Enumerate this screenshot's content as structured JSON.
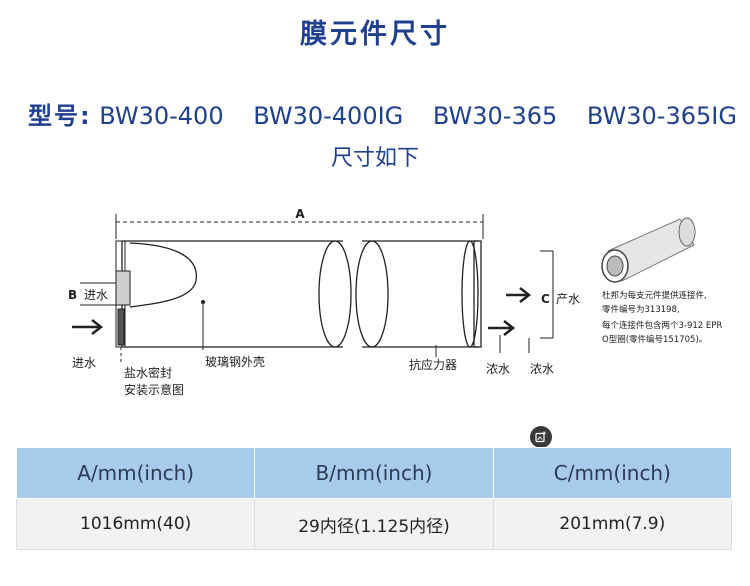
{
  "header": {
    "title": "膜元件尺寸",
    "model_label": "型号:",
    "models": [
      "BW30-400",
      "BW30-400IG",
      "BW30-365",
      "BW30-365IG"
    ],
    "subtitle": "尺寸如下"
  },
  "diagram": {
    "dimension_a": "A",
    "dimension_b": "B",
    "dimension_c": "C",
    "label_b_inlet": "进水",
    "label_feed_in": "进水",
    "label_brine_seal_line1": "盐水密封",
    "label_brine_seal_line2": "安装示意图",
    "label_fiberglass_shell": "玻璃钢外壳",
    "label_anti_telescoping": "抗应力器",
    "label_concentrate_1": "浓水",
    "label_concentrate_2": "浓水",
    "label_product": "产水",
    "note_lines": [
      "杜邦为每支元件提供连接件,",
      "零件编号为313198,",
      "每个连接件包含两个3-912 EPR",
      "O型圈(零件编号151705)。"
    ]
  },
  "table": {
    "headers": [
      "A/mm(inch)",
      "B/mm(inch)",
      "C/mm(inch)"
    ],
    "rows": [
      [
        "1016mm(40)",
        "29内径(1.125内径)",
        "201mm(7.9)"
      ]
    ]
  },
  "colors": {
    "title_blue": "#1f3f8f",
    "table_header_bg": "#a9cbeb",
    "table_cell_bg": "#f2f2f2"
  },
  "icons": {
    "edit_button": "image-edit-icon"
  }
}
